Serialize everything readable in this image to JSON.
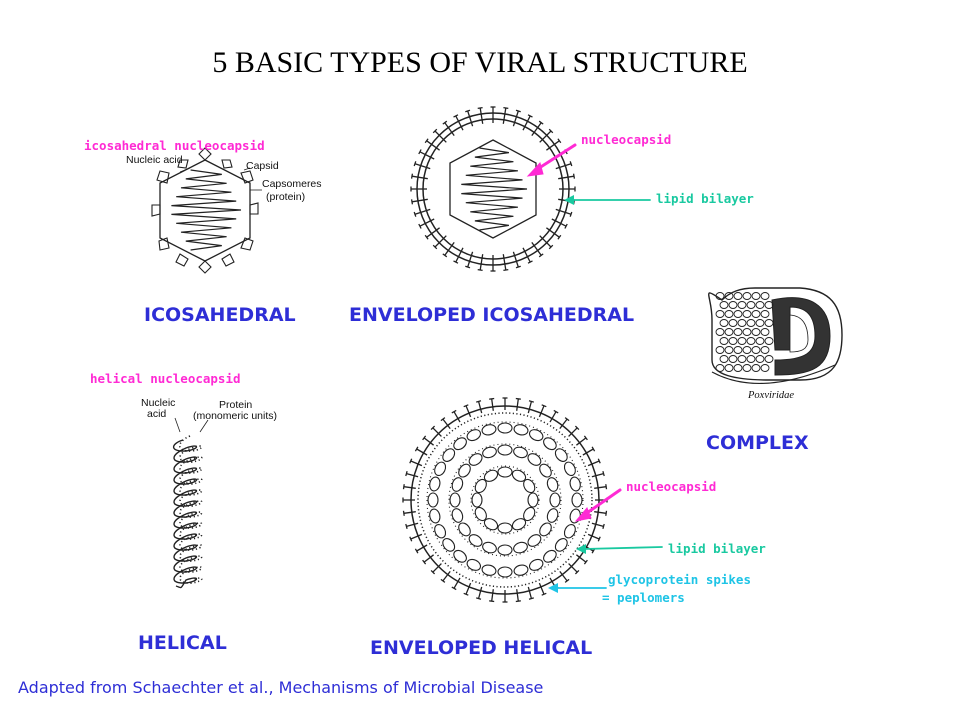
{
  "title": "5 BASIC TYPES OF VIRAL STRUCTURE",
  "types": {
    "icosahedral": "ICOSAHEDRAL",
    "enveloped_icosahedral": "ENVELOPED ICOSAHEDRAL",
    "complex": "COMPLEX",
    "helical": "HELICAL",
    "enveloped_helical": "ENVELOPED HELICAL"
  },
  "annotations": {
    "icosahedral_nucleocapsid": "icosahedral nucleocapsid",
    "helical_nucleocapsid": "helical nucleocapsid",
    "env_ico_nucleocapsid": "nucleocapsid",
    "env_ico_lipid_bilayer": "lipid bilayer",
    "env_hel_nucleocapsid": "nucleocapsid",
    "env_hel_lipid_bilayer": "lipid bilayer",
    "glycoprotein_spikes": "glycoprotein spikes",
    "peplomers": "= peplomers"
  },
  "figure_labels": {
    "nucleic_acid": "Nucleic acid",
    "capsid": "Capsid",
    "capsomeres": "Capsomeres",
    "protein_paren": "(protein)",
    "helical_nucleic_1": "Nucleic",
    "helical_nucleic_2": "acid",
    "helical_protein": "Protein",
    "helical_monomeric": "(monomeric units)",
    "poxviridae": "Poxviridae"
  },
  "credit": "Adapted from Schaechter et al., Mechanisms of Microbial Disease",
  "colors": {
    "label_blue": "#2e2ed6",
    "pink": "#ff2ad4",
    "teal": "#19c9a0",
    "cyan": "#1ec4e6"
  }
}
